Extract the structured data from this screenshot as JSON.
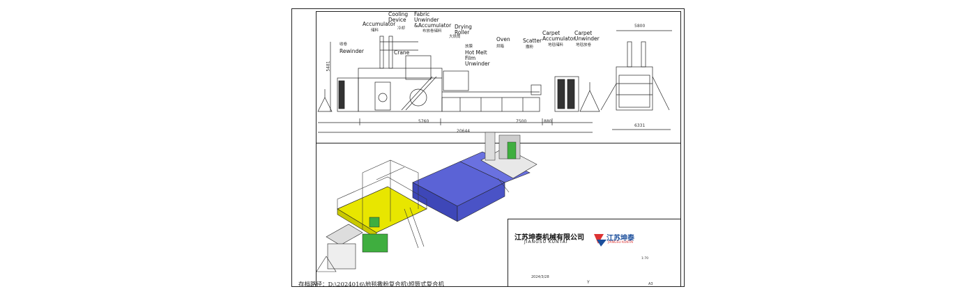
{
  "labels": {
    "accumulator": "Accumulator",
    "accumulator_cn": "储料",
    "cooling_device": "Cooling\nDevice",
    "cooling_cn": "冷却",
    "fabric_unwinder": "Fabric\nUnwinder\n&Accumulator",
    "fabric_cn": "布放卷储料",
    "drying_roller": "Drying\nRoller",
    "drying_cn": "大烘筒",
    "rewinder": "Rewinder",
    "rewinder_cn": "收卷",
    "crane": "Crane",
    "hotmelt": "Hot Melt\nFilm\nUnwinder",
    "hotmelt_cn": "放膜",
    "oven": "Oven",
    "oven_cn": "烘箱",
    "scatter": "Scatter",
    "scatter_cn": "撒粉",
    "carpet_accumulator": "Carpet\nAccumulator",
    "carpet_acc_cn": "地毯储料",
    "carpet_unwinder": "Carpet\nUnwinder",
    "carpet_unw_cn": "地毯放卷"
  },
  "dimensions": {
    "height": "5481",
    "seg1": "5760",
    "seg2": "7500",
    "seg3": "880",
    "total": "20644",
    "side_top": "5800",
    "side_bottom": "6331"
  },
  "title_block": {
    "company_cn": "江苏坤泰机械有限公司",
    "company_en": "JIANGSU KUNTAI",
    "logo_cn": "江苏坤泰",
    "logo_en": "JIANGSU KUNTAI",
    "scale": "1:70",
    "date": "2024/3/28",
    "sheet_mark": "Y",
    "sheet_no": "A3"
  },
  "archive_path": "存档路径：D:\\2024016\\地毯撒粉复合机\\短筒式复合机",
  "colors": {
    "yellow": "#e8e600",
    "blue": "#5b63d6",
    "green": "#3fae3f",
    "line": "#222222"
  }
}
